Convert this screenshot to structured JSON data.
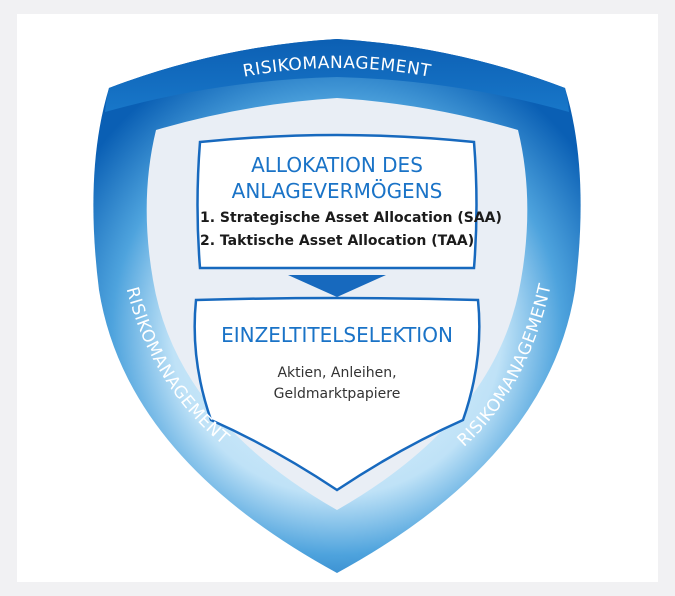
{
  "colors": {
    "ring_dark": "#0a5fb4",
    "ring_light": "#bfe2f7",
    "arrow": "#1769be",
    "title_text": "#1a73c7",
    "inner_field": "#e9eef5"
  },
  "ring": {
    "top_label": "RISIKOMANAGEMENT",
    "left_label": "RISIKOMANAGEMENT",
    "right_label": "RISIKOMANAGEMENT"
  },
  "allocation_box": {
    "title_line1": "ALLOKATION DES",
    "title_line2": "ANLAGEVERMÖGENS",
    "items": [
      "1. Strategische Asset Allocation (SAA)",
      "2. Taktische Asset Allocation (TAA)"
    ]
  },
  "selection_box": {
    "title": "EINZELTITELSELEKTION",
    "line1": "Aktien, Anleihen,",
    "line2": "Geldmarktpapiere"
  }
}
